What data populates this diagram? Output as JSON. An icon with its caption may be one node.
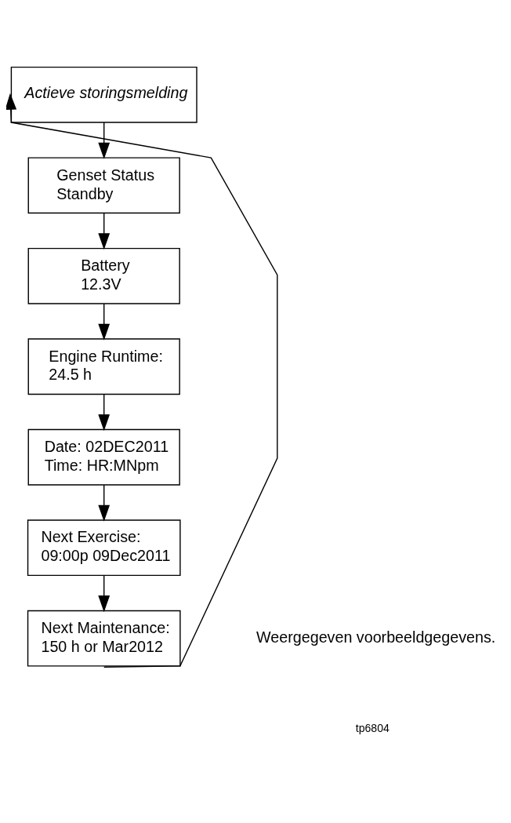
{
  "diagram": {
    "nodes": [
      {
        "text": [
          "Actieve storingsmelding"
        ]
      },
      {
        "text": [
          "Genset Status",
          "Standby"
        ]
      },
      {
        "text": [
          "Battery",
          "12.3V"
        ]
      },
      {
        "text": [
          "Engine Runtime:",
          "24.5 h"
        ]
      },
      {
        "text": [
          "Date: 02DEC2011",
          "Time: HR:MNpm"
        ]
      },
      {
        "text": [
          "Next Exercise:",
          "09:00p 09Dec2011"
        ]
      },
      {
        "text": [
          "Next Maintenance:",
          "150 h or Mar2012"
        ]
      }
    ],
    "edges": [
      {
        "from": 0,
        "to": 1,
        "arrow": "to"
      },
      {
        "from": 1,
        "to": 2,
        "arrow": "to"
      },
      {
        "from": 2,
        "to": 3,
        "arrow": "to"
      },
      {
        "from": 3,
        "to": 4,
        "arrow": "to"
      },
      {
        "from": 4,
        "to": 5,
        "arrow": "to"
      },
      {
        "from": 5,
        "to": 6,
        "arrow": "to"
      },
      {
        "from": 6,
        "to": 0,
        "arrow": "to"
      }
    ],
    "labels": [
      "Weergegeven voorbeeldgegevens.",
      "tp6804"
    ]
  }
}
